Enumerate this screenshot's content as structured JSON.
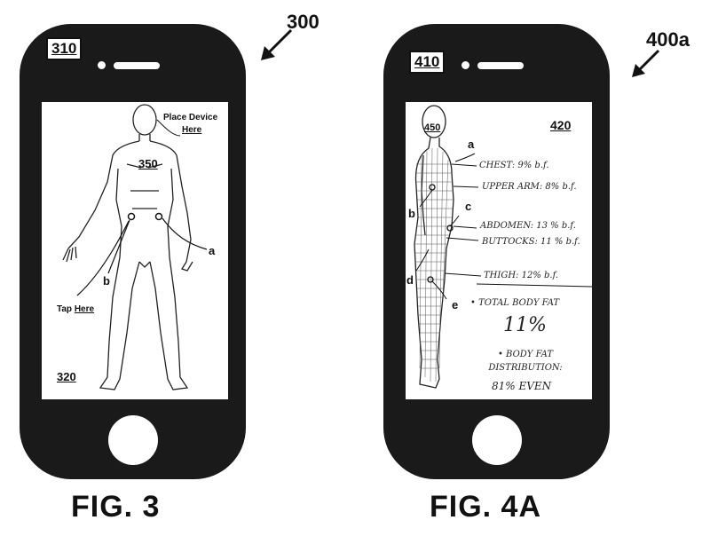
{
  "fig3": {
    "ref": "300",
    "screen_label": "310",
    "figure_label": "350",
    "bottom_label": "320",
    "place_device": "Place Device",
    "here_top": "Here",
    "tap": "Tap",
    "here_bottom": "Here",
    "callout_a": "a",
    "callout_b": "b",
    "caption": "FIG. 3"
  },
  "fig4a": {
    "ref": "400a",
    "screen_label": "410",
    "figure_label": "450",
    "panel_label": "420",
    "callouts": {
      "a": "a",
      "b": "b",
      "c": "c",
      "d": "d",
      "e": "e"
    },
    "chest": "CHEST: 9% b.f.",
    "upper_arm": "UPPER ARM: 8% b.f.",
    "abdomen": "ABDOMEN: 13 % b.f.",
    "buttocks": "BUTTOCKS: 11 % b.f.",
    "thigh": "THIGH: 12% b.f.",
    "total_label": "• TOTAL BODY FAT",
    "total_value": "11%",
    "distribution_label": "• BODY FAT DISTRIBUTION:",
    "distribution_value": "81% EVEN",
    "caption": "FIG. 4A"
  }
}
